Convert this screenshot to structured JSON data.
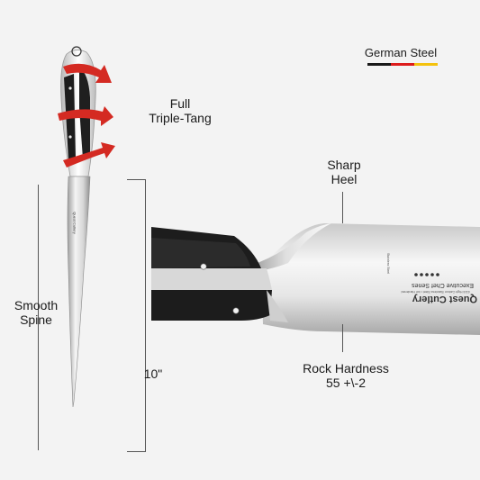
{
  "badge": {
    "text": "German Steel",
    "flag_colors": [
      "#1a1a1a",
      "#dd1c1c",
      "#f4c20d"
    ]
  },
  "callouts": {
    "tang": [
      "Full",
      "Triple-Tang"
    ],
    "heel": [
      "Sharp",
      "Heel"
    ],
    "spine": [
      "Smooth",
      "Spine"
    ],
    "length": "10\"",
    "hardness": [
      "Rock Hardness",
      "55 +\\-2"
    ]
  },
  "blade_text": {
    "small_brand": "Quest Cutlery",
    "brand": "Quest Cutlery",
    "series": "Executive Chef Series",
    "steel_note": "4116 High Carbon Stainless Steel • Ice Hardened",
    "model_note": "Stainless Steel"
  },
  "colors": {
    "arrow_red": "#d42a22",
    "handle_black": "#1d1d1d",
    "steel_light": "#eeeeee",
    "steel_dark": "#9a9a9a"
  }
}
